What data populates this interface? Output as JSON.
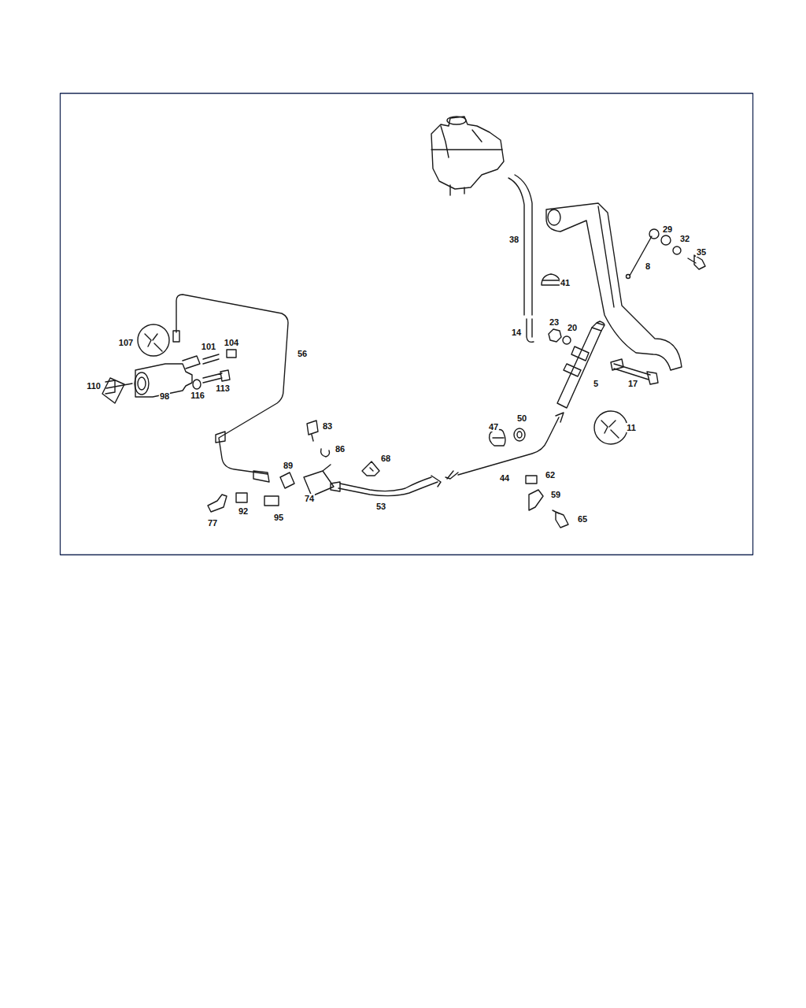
{
  "diagram": {
    "labels": [
      "29",
      "32",
      "35",
      "8",
      "38",
      "41",
      "23",
      "20",
      "14",
      "107",
      "101",
      "104",
      "56",
      "110",
      "98",
      "116",
      "113",
      "5",
      "17",
      "11",
      "47",
      "50",
      "83",
      "86",
      "68",
      "89",
      "74",
      "53",
      "44",
      "62",
      "59",
      "77",
      "92",
      "95",
      "65"
    ]
  }
}
